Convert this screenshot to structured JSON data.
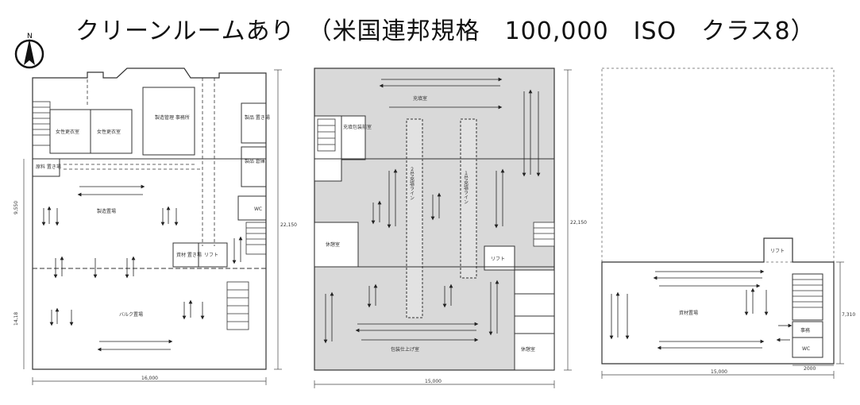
{
  "title": "クリーンルームあり　（米国連邦規格　100,000　ISO　クラス8）",
  "compass_label": "N",
  "plan1": {
    "rooms": {
      "female_locker_1": "女性更衣室",
      "male_locker_2": "女性更衣室",
      "manufacturing_mgmt": "製造管理\n事務所",
      "warehouse_1": "製品\n置き場",
      "warehouse_2": "製品\n倉庫",
      "raw_material": "原料\n置き場",
      "wc": "WC",
      "production_area": "製造置場",
      "lift": "リフト",
      "bulk_storage": "バルク置場",
      "packing": "資材\n置き場"
    },
    "dims": {
      "width": "16,000",
      "height": "22,150",
      "upper": "9,550",
      "lower": "14,18"
    }
  },
  "plan2": {
    "rooms": {
      "storage_top": "充填室",
      "changing_room": "充填包装前室",
      "line1": "２号充填ライン",
      "line2": "１号充填ライン",
      "break_room": "休憩室",
      "lift": "リフト",
      "packing_room": "包装仕上げ室",
      "rest": "休憩室"
    },
    "dims": {
      "width": "15,000",
      "height": "22,150"
    }
  },
  "plan3": {
    "rooms": {
      "lift": "リフト",
      "storage": "資材置場",
      "office": "事務",
      "wc": "WC"
    },
    "dims": {
      "width": "15,000",
      "height": "7,310",
      "small": "2000"
    }
  }
}
